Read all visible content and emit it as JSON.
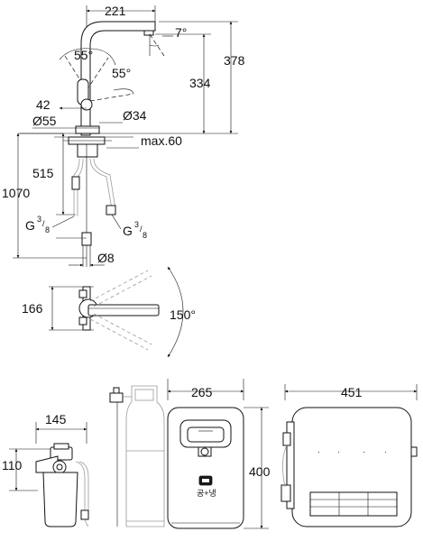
{
  "faucet": {
    "width": "221",
    "angle_tilt": "7°",
    "height_total": "378",
    "height_spout": "334",
    "lever_angle_left": "55°",
    "lever_angle_right": "55°",
    "offset": "42",
    "base_diameter": "Ø55",
    "hole_diameter": "Ø34",
    "max_thickness": "max.60",
    "hose_length": "515",
    "total_length": "1070",
    "thread_left": "G",
    "thread_right": "G",
    "thread_num": "3",
    "thread_den": "8",
    "pipe_diameter": "Ø8"
  },
  "swivel": {
    "height": "166",
    "angle": "150°"
  },
  "filter": {
    "width": "145",
    "height": "110"
  },
  "chiller": {
    "width": "265",
    "height": "400",
    "label": "공+냉"
  },
  "unit_side": {
    "width": "451"
  }
}
